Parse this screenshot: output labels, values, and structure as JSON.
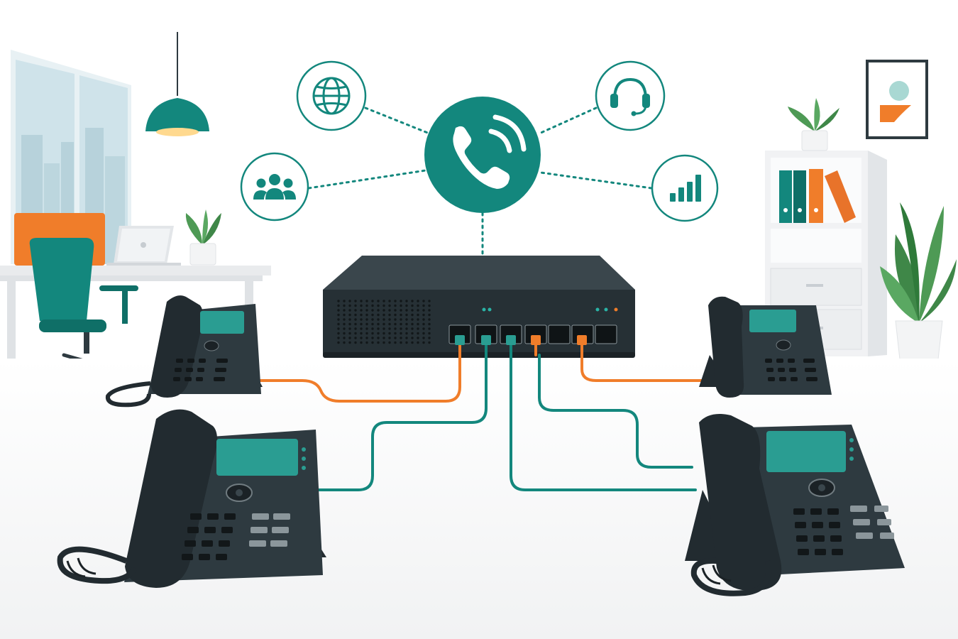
{
  "scene": {
    "type": "illustration",
    "subject": "ip-pbx-office-network",
    "colors": {
      "teal": "#13877d",
      "teal_dark": "#0f6f67",
      "orange": "#f07d2a",
      "device_dark": "#2e3a40",
      "device_darker": "#222b30",
      "screen": "#2a9d92",
      "floor": "#f4f5f6",
      "window": "#cfe3ea"
    },
    "hub_icon": "phone-ringing-icon",
    "satellite_icons": [
      "globe-icon",
      "headset-icon",
      "users-group-icon",
      "signal-bars-icon"
    ],
    "switch_ports": 7,
    "desk_phones": 4,
    "cable_colors": [
      "orange",
      "teal",
      "teal",
      "orange",
      "teal",
      "orange"
    ]
  }
}
